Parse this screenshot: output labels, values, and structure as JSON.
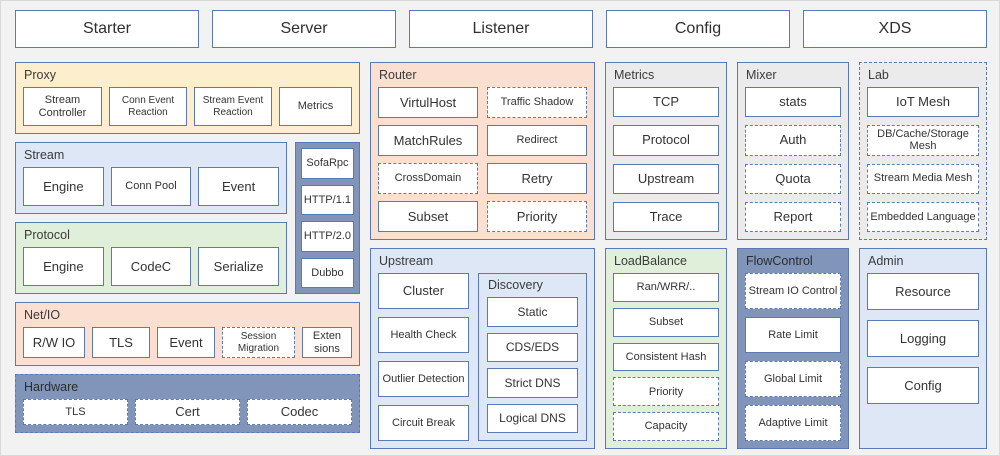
{
  "header": {
    "tabs": [
      {
        "label": "Starter"
      },
      {
        "label": "Server"
      },
      {
        "label": "Listener"
      },
      {
        "label": "Config"
      },
      {
        "label": "XDS"
      }
    ]
  },
  "colors": {
    "accent_border": "#5b7ab5",
    "fill_cream": "#fdefcd",
    "fill_blue": "#dde7f5",
    "fill_green": "#e0efd9",
    "fill_peach": "#fbe0d2",
    "fill_slate": "#8095b9",
    "fill_gray": "#ebebeb",
    "canvas": "#f2f2f2"
  },
  "groups": {
    "proxy": {
      "title": "Proxy",
      "nodes": [
        {
          "label": "Stream Controller"
        },
        {
          "label": "Conn Event Reaction"
        },
        {
          "label": "Stream Event Reaction"
        },
        {
          "label": "Metrics"
        }
      ]
    },
    "stream": {
      "title": "Stream",
      "nodes": [
        {
          "label": "Engine"
        },
        {
          "label": "Conn Pool"
        },
        {
          "label": "Event"
        }
      ]
    },
    "protocol": {
      "title": "Protocol",
      "nodes": [
        {
          "label": "Engine"
        },
        {
          "label": "CodeC"
        },
        {
          "label": "Serialize"
        }
      ]
    },
    "protocol_side": {
      "nodes": [
        {
          "label": "SofaRpc"
        },
        {
          "label": "HTTP/1.1"
        },
        {
          "label": "HTTP/2.0"
        },
        {
          "label": "Dubbo"
        }
      ]
    },
    "netio": {
      "title": "Net/IO",
      "nodes": [
        {
          "label": "R/W IO"
        },
        {
          "label": "TLS"
        },
        {
          "label": "Event"
        },
        {
          "label": "Session Migration"
        },
        {
          "label": "Exten sions"
        }
      ]
    },
    "hardware": {
      "title": "Hardware",
      "nodes": [
        {
          "label": "TLS"
        },
        {
          "label": "Cert"
        },
        {
          "label": "Codec"
        }
      ]
    },
    "router": {
      "title": "Router",
      "left_nodes": [
        {
          "label": "VirtulHost"
        },
        {
          "label": "MatchRules"
        },
        {
          "label": "CrossDomain"
        },
        {
          "label": "Subset"
        }
      ],
      "right_nodes": [
        {
          "label": "Traffic Shadow"
        },
        {
          "label": "Redirect"
        },
        {
          "label": "Retry"
        },
        {
          "label": "Priority"
        }
      ]
    },
    "upstream": {
      "title": "Upstream",
      "nodes": [
        {
          "label": "Cluster"
        },
        {
          "label": "Health Check"
        },
        {
          "label": "Outlier Detection"
        },
        {
          "label": "Circuit Break"
        }
      ],
      "discovery": {
        "title": "Discovery",
        "nodes": [
          {
            "label": "Static"
          },
          {
            "label": "CDS/EDS"
          },
          {
            "label": "Strict DNS"
          },
          {
            "label": "Logical DNS"
          }
        ]
      }
    },
    "metrics": {
      "title": "Metrics",
      "nodes": [
        {
          "label": "TCP"
        },
        {
          "label": "Protocol"
        },
        {
          "label": "Upstream"
        },
        {
          "label": "Trace"
        }
      ]
    },
    "loadbalance": {
      "title": "LoadBalance",
      "nodes": [
        {
          "label": "Ran/WRR/.."
        },
        {
          "label": "Subset"
        },
        {
          "label": "Consistent Hash"
        },
        {
          "label": "Priority"
        },
        {
          "label": "Capacity"
        }
      ]
    },
    "mixer": {
      "title": "Mixer",
      "nodes": [
        {
          "label": "stats"
        },
        {
          "label": "Auth"
        },
        {
          "label": "Quota"
        },
        {
          "label": "Report"
        }
      ]
    },
    "flowcontrol": {
      "title": "FlowControl",
      "nodes": [
        {
          "label": "Stream IO Control"
        },
        {
          "label": "Rate Limit"
        },
        {
          "label": "Global Limit"
        },
        {
          "label": "Adaptive Limit"
        }
      ]
    },
    "lab": {
      "title": "Lab",
      "nodes": [
        {
          "label": "IoT Mesh"
        },
        {
          "label": "DB/Cache/Storage Mesh"
        },
        {
          "label": "Stream Media Mesh"
        },
        {
          "label": "Embedded Language"
        }
      ]
    },
    "admin": {
      "title": "Admin",
      "nodes": [
        {
          "label": "Resource"
        },
        {
          "label": "Logging"
        },
        {
          "label": "Config"
        }
      ]
    }
  }
}
